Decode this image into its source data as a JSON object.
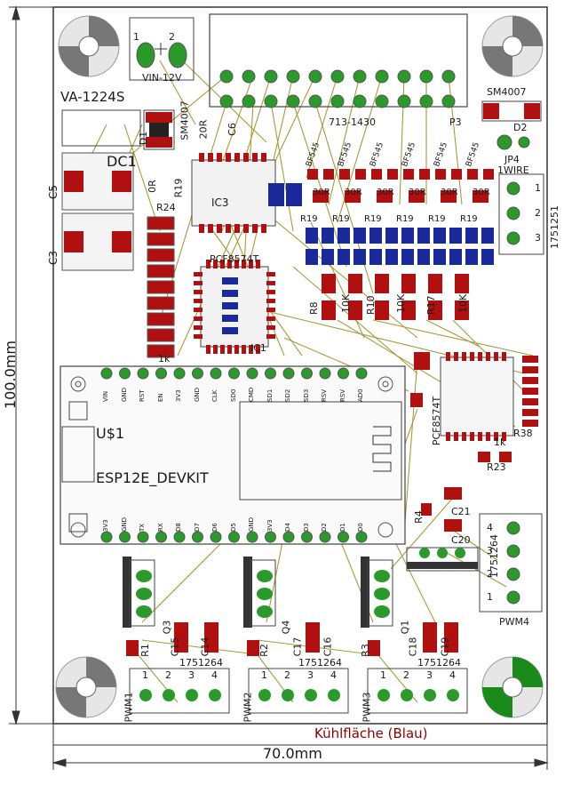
{
  "board": {
    "title": "ESP12E_DEVKIT",
    "module_name": "U$1",
    "dim_vertical": "100.0mm",
    "dim_horizontal": "70.0mm",
    "cooling_label": "Kühlfläche (Blau)",
    "colors": {
      "trace": "#a89a3a",
      "pad_red": "#b01010",
      "pad_green": "#1a8a1a",
      "pad_blue": "#1a2a9a",
      "outline": "#444444",
      "silk": "#222222"
    }
  },
  "labels": {
    "vin": "VIN-12V",
    "va": "VA-1224S",
    "dc": "DC1",
    "d1": "D1",
    "sm4007a": "SM4007",
    "sm4007b": "SM4007",
    "r20": "20R",
    "c6": "C6",
    "c5": "C5",
    "c3": "C3",
    "r19": "R19",
    "r0": "0R",
    "ic3": "IC3",
    "r24": "R24",
    "pcf": "PCF8574T",
    "ic1": "IC1",
    "k1": "1k",
    "p713": "713-1430",
    "p3": "P3",
    "d2": "D2",
    "jp4": "JP4",
    "onewire": "1WIRE",
    "conn1751251": "1751251",
    "pcf_right": "PCF8574T",
    "r23": "R23",
    "k1b": "1k",
    "r38": "R38",
    "c21": "C21",
    "c20": "C20",
    "r4": "R4",
    "conn1751264r": "1751264",
    "pwm4": "PWM4",
    "pwm1": "PWM1",
    "pwm2": "PWM2",
    "pwm3": "PWM3",
    "conn1751264": "1751264",
    "q3": "Q3",
    "q4": "Q4",
    "q1": "Q1",
    "c15": "C15",
    "c14": "C14",
    "c17": "C17",
    "c16": "C16",
    "c18": "C18",
    "c19": "C19",
    "r1": "R1",
    "r2": "R2",
    "r3": "R3",
    "bf545": "BF545",
    "r8": "R8",
    "r10": "R10",
    "r17": "R17",
    "k10": "10K",
    "r30": "30R",
    "r19b": "R19"
  },
  "terminal_numbers": [
    "1",
    "2",
    "3",
    "4"
  ],
  "onewire_numbers": [
    "1",
    "2",
    "3"
  ],
  "pwm4_numbers": [
    "4",
    "3",
    "2",
    "1"
  ],
  "vin_numbers": [
    "1",
    "2"
  ],
  "esp_top_pins": [
    "VIN",
    "GND",
    "RST",
    "EN",
    "3V3",
    "GND",
    "CLK",
    "SD0",
    "CMD",
    "SD1",
    "SD2",
    "SD3",
    "RSV",
    "RSV",
    "AD0"
  ],
  "esp_bottom_pins": [
    "3V3",
    "GND",
    "TX",
    "RX",
    "D8",
    "D7",
    "D6",
    "D5",
    "GND",
    "3V3",
    "D4",
    "D3",
    "D2",
    "D1",
    "D0"
  ]
}
